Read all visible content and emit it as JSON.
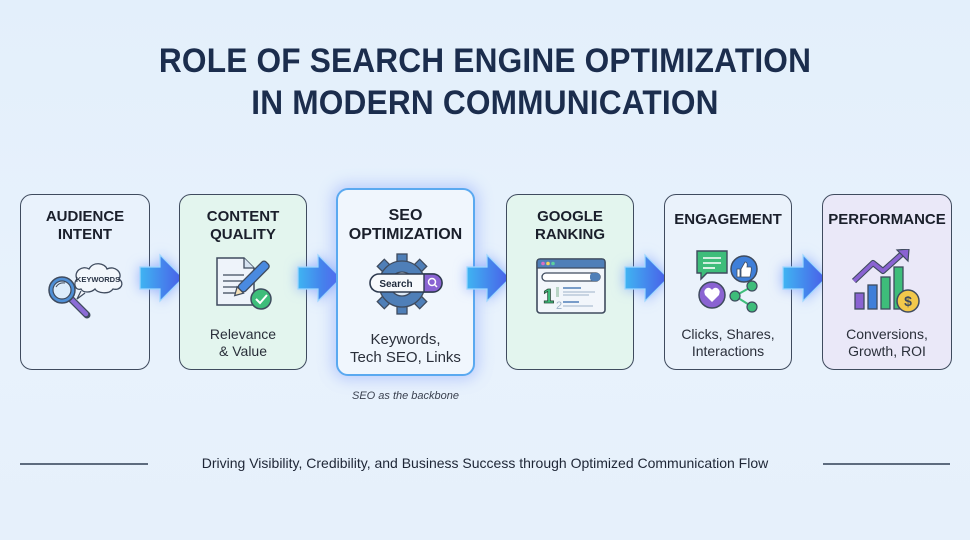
{
  "title": {
    "line1": "ROLE OF SEARCH ENGINE OPTIMIZATION",
    "line2": "IN MODERN COMMUNICATION"
  },
  "steps": [
    {
      "heading": "AUDIENCE\nINTENT",
      "subtitle": "",
      "icon": "magnifier-keywords-icon",
      "icon_label": "KEYWORDS",
      "bg": "#e9f2fc"
    },
    {
      "heading": "CONTENT\nQUALITY",
      "subtitle": "Relevance\n& Value",
      "icon": "document-pen-check-icon",
      "bg": "#e3f5ee"
    },
    {
      "heading": "SEO\nOPTIMIZATION",
      "subtitle": "Keywords,\nTech SEO, Links",
      "icon": "gear-searchbar-icon",
      "icon_label": "Search",
      "bg": "#f0f6fd",
      "highlighted": true
    },
    {
      "heading": "GOOGLE\nRANKING",
      "subtitle": "",
      "icon": "browser-ranking-icon",
      "rank_labels": [
        "1",
        "2"
      ],
      "bg": "#e3f5ee"
    },
    {
      "heading": "ENGAGEMENT",
      "subtitle": "Clicks, Shares,\nInteractions",
      "icon": "social-engagement-icon",
      "bg": "#eaf2fb"
    },
    {
      "heading": "PERFORMANCE",
      "subtitle": "Conversions,\nGrowth, ROI",
      "icon": "growth-chart-dollar-icon",
      "icon_label": "$",
      "bg": "#eae8f8"
    }
  ],
  "caption": "SEO as the backbone",
  "footer": "Driving Visibility, Credibility, and Business Success through Optimized Communication Flow",
  "colors": {
    "title": "#1b2d4d",
    "arrow_start": "#3fb4f2",
    "arrow_end": "#4a5de8",
    "highlight_border": "#5aa9f0",
    "green": "#3ebd7a",
    "purple": "#8a63d2",
    "blue": "#3f7fd9",
    "gold": "#f2c84b"
  }
}
